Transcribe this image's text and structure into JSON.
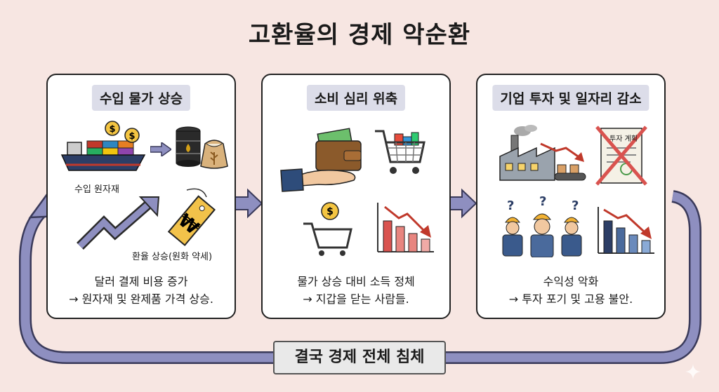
{
  "title": "고환율의 경제 악순환",
  "panels": [
    {
      "heading": "수입 물가 상승",
      "label_ship": "수입 원자재",
      "label_rate": "환율 상승(원화 약세)",
      "caption": [
        "달러 결제 비용 증가",
        "→ 원자재 및 완제품 가격 상승."
      ]
    },
    {
      "heading": "소비 심리 위축",
      "caption": [
        "물가 상승 대비 소득 정체",
        "→ 지갑을 닫는 사람들."
      ]
    },
    {
      "heading": "기업 투자 및 일자리 감소",
      "doc_label": "투자 계획",
      "caption": [
        "수익성 악화",
        "→ 투자 포기 및 고용 불안."
      ]
    }
  ],
  "loop_label": "결국 경제 전체 침체",
  "colors": {
    "arrow": "#8e8fc0",
    "arrow_stroke": "#3a3a5a",
    "background": "#f7e6e2",
    "label_bg": "#dcdde9"
  }
}
